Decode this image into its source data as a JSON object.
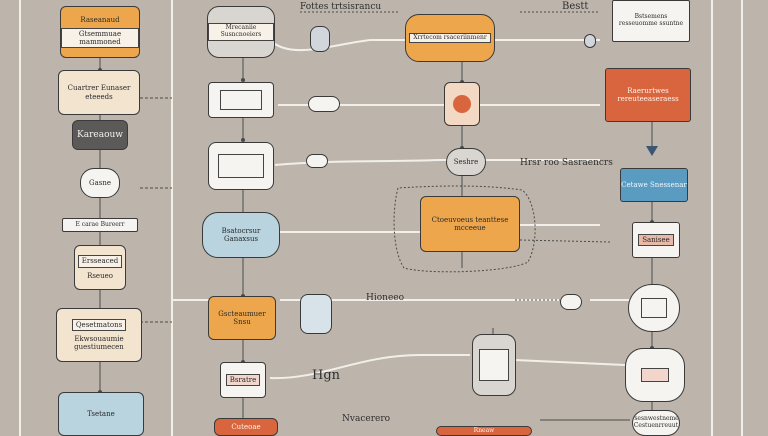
{
  "nodes": {
    "n1": "Raseanaud",
    "n1_inner": "Gtsemmuae mammoned",
    "n2": "Cuartrer Eunaser eteeeds",
    "n3": "Kareaouw",
    "n4": "Gasne",
    "n5": "E carae Bureerr",
    "n6": "Ersseaced",
    "n7": "Rseueo",
    "n8": "Qesetmatons",
    "n9": "Ekwsouaumie guestiumecen",
    "n10": "Tsetane",
    "n11": "Mrecaniie Susncnoeiers",
    "n12": "Bsatocrsur Ganaxsus",
    "n13": "Bsratre",
    "n14": "Gscteaumuer Snsu",
    "n15": "Xrrtecom rsaceriinmenr",
    "n16": "Seshre",
    "n17": "Ctoeuvoeus teanttese mcceeue",
    "n18": "Raerurtwes rereuteeaseraess",
    "n19": "Cetawe Snessenar",
    "n20": "Bstsemens resseuomme ssuntne",
    "n21": "Osesnwestnemen Cestuenrreuut",
    "n22": "Cuteoae",
    "n23": "Sanisee",
    "n24": "Rneaw"
  },
  "labels": {
    "top": "Fottes trtsisrancu",
    "top_right": "Bestt",
    "mid": "Hrsr roo Sasraencrs",
    "row5": "Hioneeo",
    "row6": "Hgn",
    "bottom": "Nvacerero"
  },
  "colors": {
    "orange": "#eea64c",
    "red": "#d9653f",
    "blue": "#5a9bc2",
    "dark": "#5c5a58",
    "cream": "#f3e4cf",
    "background": "#bdb5ac"
  }
}
